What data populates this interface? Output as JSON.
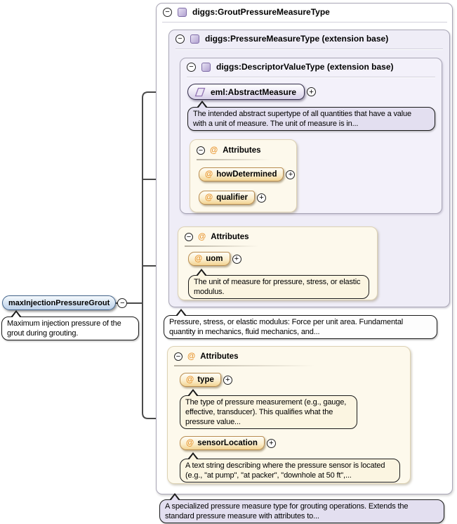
{
  "colors": {
    "type_box_bg": "#efedf7",
    "inner_type_box_bg": "#f3f1fa",
    "attr_box_bg": "#fdf9ec",
    "attr_pill_gradient_bottom": "#f3d392",
    "attr_pill_border": "#b98e52",
    "at_sign_orange": "#e8952f",
    "type_icon_purple": "#7e6ba6",
    "element_pill_border": "#332d4a",
    "element_pill_bg": "#d7cfe8",
    "left_element_bg": "#bcd1e9",
    "left_element_border": "#44658c",
    "connector_line": "#4a4a4a",
    "doc_purple_bg": "#e3dff0",
    "doc_cream_bg": "#fbf5e1",
    "doc_white_bg": "#fdfdfd"
  },
  "icons": {
    "collapse": "−",
    "expand": "+",
    "at": "@"
  },
  "root_type": {
    "label": "diggs:GroutPressureMeasureType"
  },
  "pressure_measure_type": {
    "label": "diggs:PressureMeasureType (extension base)"
  },
  "descriptor_value_type": {
    "label": "diggs:DescriptorValueType (extension base)"
  },
  "abstract_measure": {
    "label": "eml:AbstractMeasure",
    "doc_lines": [
      "The intended abstract supertype of all quantities that have a value",
      "with a unit of measure. The unit of measure is in..."
    ]
  },
  "attr_group_descriptor": {
    "header": "Attributes",
    "attributes": [
      {
        "name": "howDetermined"
      },
      {
        "name": "qualifier"
      }
    ]
  },
  "attr_group_pressure": {
    "header": "Attributes",
    "attributes": [
      {
        "name": "uom",
        "doc_lines": [
          "The unit of measure for pressure, stress, or elastic",
          "modulus."
        ]
      }
    ]
  },
  "pressure_measure_doc": {
    "lines": [
      "Pressure, stress, or elastic modulus: Force per unit area. Fundamental",
      "quantity in mechanics, fluid mechanics, and..."
    ]
  },
  "left_element": {
    "label": "maxInjectionPressureGrout",
    "doc_lines": [
      "Maximum injection pressure of the",
      "grout during grouting."
    ]
  },
  "attr_group_grout": {
    "header": "Attributes",
    "attributes": [
      {
        "name": "type",
        "doc_lines": [
          "The type of pressure measurement (e.g., gauge,",
          "effective, transducer). This qualifies what the",
          "pressure value..."
        ]
      },
      {
        "name": "sensorLocation",
        "doc_lines": [
          "A text string describing where the pressure sensor is located",
          "(e.g., \"at pump\", \"at packer\", \"downhole at 50 ft\",..."
        ]
      }
    ]
  },
  "grout_type_doc": {
    "lines": [
      "A specialized pressure measure type for grouting operations. Extends the",
      "standard pressure measure with attributes to..."
    ]
  }
}
